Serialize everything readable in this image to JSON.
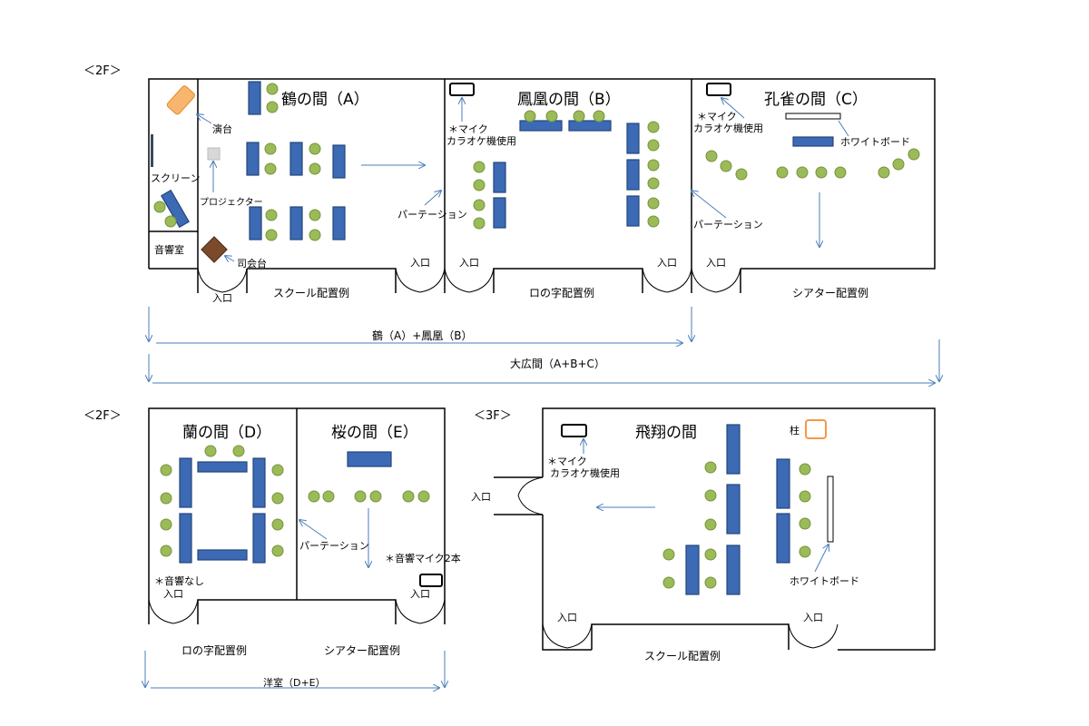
{
  "floor_labels": {
    "f2_top": "＜2F＞",
    "f2_bottom": "＜2F＞",
    "f3": "＜3F＞"
  },
  "rooms": {
    "tsuru": "鶴の間（A）",
    "houou": "鳳凰の間（B）",
    "kujaku": "孔雀の間（C）",
    "ran": "蘭の間（D）",
    "sakura": "桜の間（E）",
    "hishou": "飛翔の間"
  },
  "labels": {
    "podium": "演台",
    "screen": "スクリーン",
    "projector": "プロジェクター",
    "sound_room": "音響室",
    "mc_stand": "司会台",
    "entrance": "入口",
    "mic_line1": "＊マイク",
    "mic_line2": "カラオケ機使用",
    "partition": "パーテーション",
    "whiteboard": "ホワイトボード",
    "no_sound": "＊音響なし",
    "sound_mic": "＊音響マイク2本",
    "pillar": "柱"
  },
  "layouts": {
    "school": "スクール配置例",
    "square": "ロの字配置例",
    "theater": "シアター配置例"
  },
  "spans": {
    "ab": "鶴（A）+鳳凰（B）",
    "abc": "大広間（A+B+C）",
    "de": "洋室（D+E）"
  }
}
